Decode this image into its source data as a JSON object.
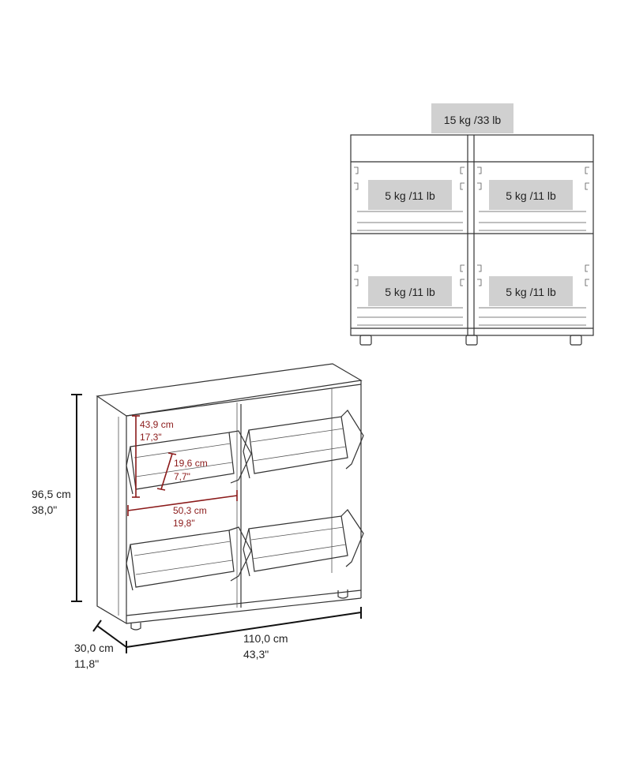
{
  "weights": {
    "top": "15 kg /33 lb",
    "upper_left": "5 kg /11 lb",
    "upper_right": "5 kg /11 lb",
    "lower_left": "5 kg /11 lb",
    "lower_right": "5 kg /11 lb"
  },
  "dimensions": {
    "height_cm": "96,5 cm",
    "height_in": "38,0\"",
    "depth_cm": "30,0 cm",
    "depth_in": "11,8\"",
    "width_cm": "110,0 cm",
    "width_in": "43,3\"",
    "drawer_height_cm": "43,9 cm",
    "drawer_height_in": "17,3\"",
    "drawer_depth_cm": "19,6 cm",
    "drawer_depth_in": "7,7\"",
    "drawer_width_cm": "50,3 cm",
    "drawer_width_in": "19,8\""
  },
  "colors": {
    "weight_box": "#d0d0d0",
    "dimension_accent": "#8b1a1a",
    "line": "#333333"
  }
}
